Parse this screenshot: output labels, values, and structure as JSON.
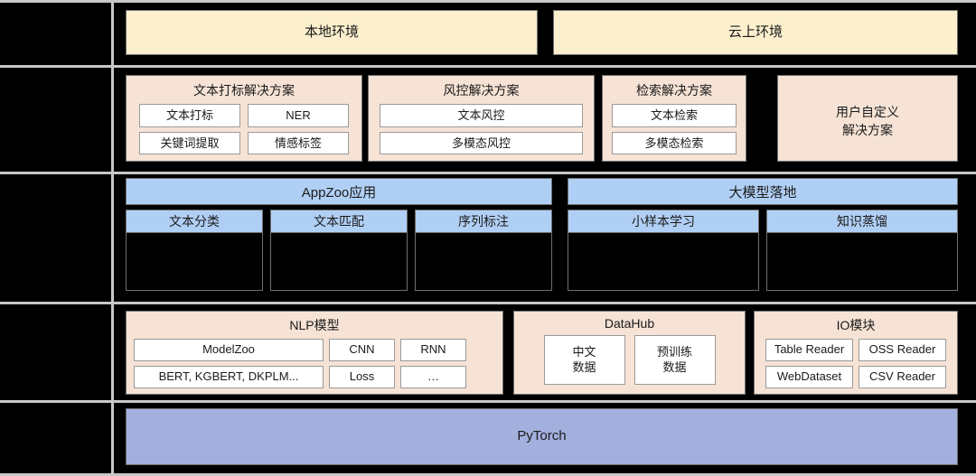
{
  "colors": {
    "cream": "#fbefcd",
    "peach": "#f6e3d5",
    "blue": "#b0cff5",
    "purple": "#a3b0de",
    "white": "#ffffff",
    "rule": "#c8c8c8",
    "border": "#6f6f6f",
    "background": "#000000"
  },
  "environments": [
    {
      "label": "本地环境"
    },
    {
      "label": "云上环境"
    }
  ],
  "solutions": [
    {
      "title": "文本打标解决方案",
      "chips": [
        "文本打标",
        "NER",
        "关键词提取",
        "情感标签"
      ]
    },
    {
      "title": "风控解决方案",
      "chips": [
        "文本风控",
        "多模态风控"
      ]
    },
    {
      "title": "检索解决方案",
      "chips": [
        "文本检索",
        "多模态检索"
      ]
    }
  ],
  "custom_solution": {
    "line1": "用户自定义",
    "line2": "解决方案"
  },
  "zoo_groups": [
    {
      "header": "AppZoo应用",
      "cards": [
        {
          "title": "文本分类"
        },
        {
          "title": "文本匹配"
        },
        {
          "title": "序列标注"
        }
      ]
    },
    {
      "header": "大模型落地",
      "cards": [
        {
          "title": "小样本学习"
        },
        {
          "title": "知识蒸馏"
        }
      ]
    }
  ],
  "modules": {
    "nlp": {
      "title": "NLP模型",
      "modelzoo": [
        "ModelZoo",
        "BERT, KGBERT, DKPLM..."
      ],
      "col_a": [
        "CNN",
        "Loss"
      ],
      "col_b": [
        "RNN",
        "…"
      ]
    },
    "datahub": {
      "title": "DataHub",
      "cells": [
        {
          "line1": "中文",
          "line2": "数据"
        },
        {
          "line1": "预训练",
          "line2": "数据"
        }
      ]
    },
    "io": {
      "title": "IO模块",
      "col_a": [
        "Table Reader",
        "WebDataset"
      ],
      "col_b": [
        "OSS Reader",
        "CSV Reader"
      ]
    }
  },
  "framework": {
    "label": "PyTorch"
  }
}
